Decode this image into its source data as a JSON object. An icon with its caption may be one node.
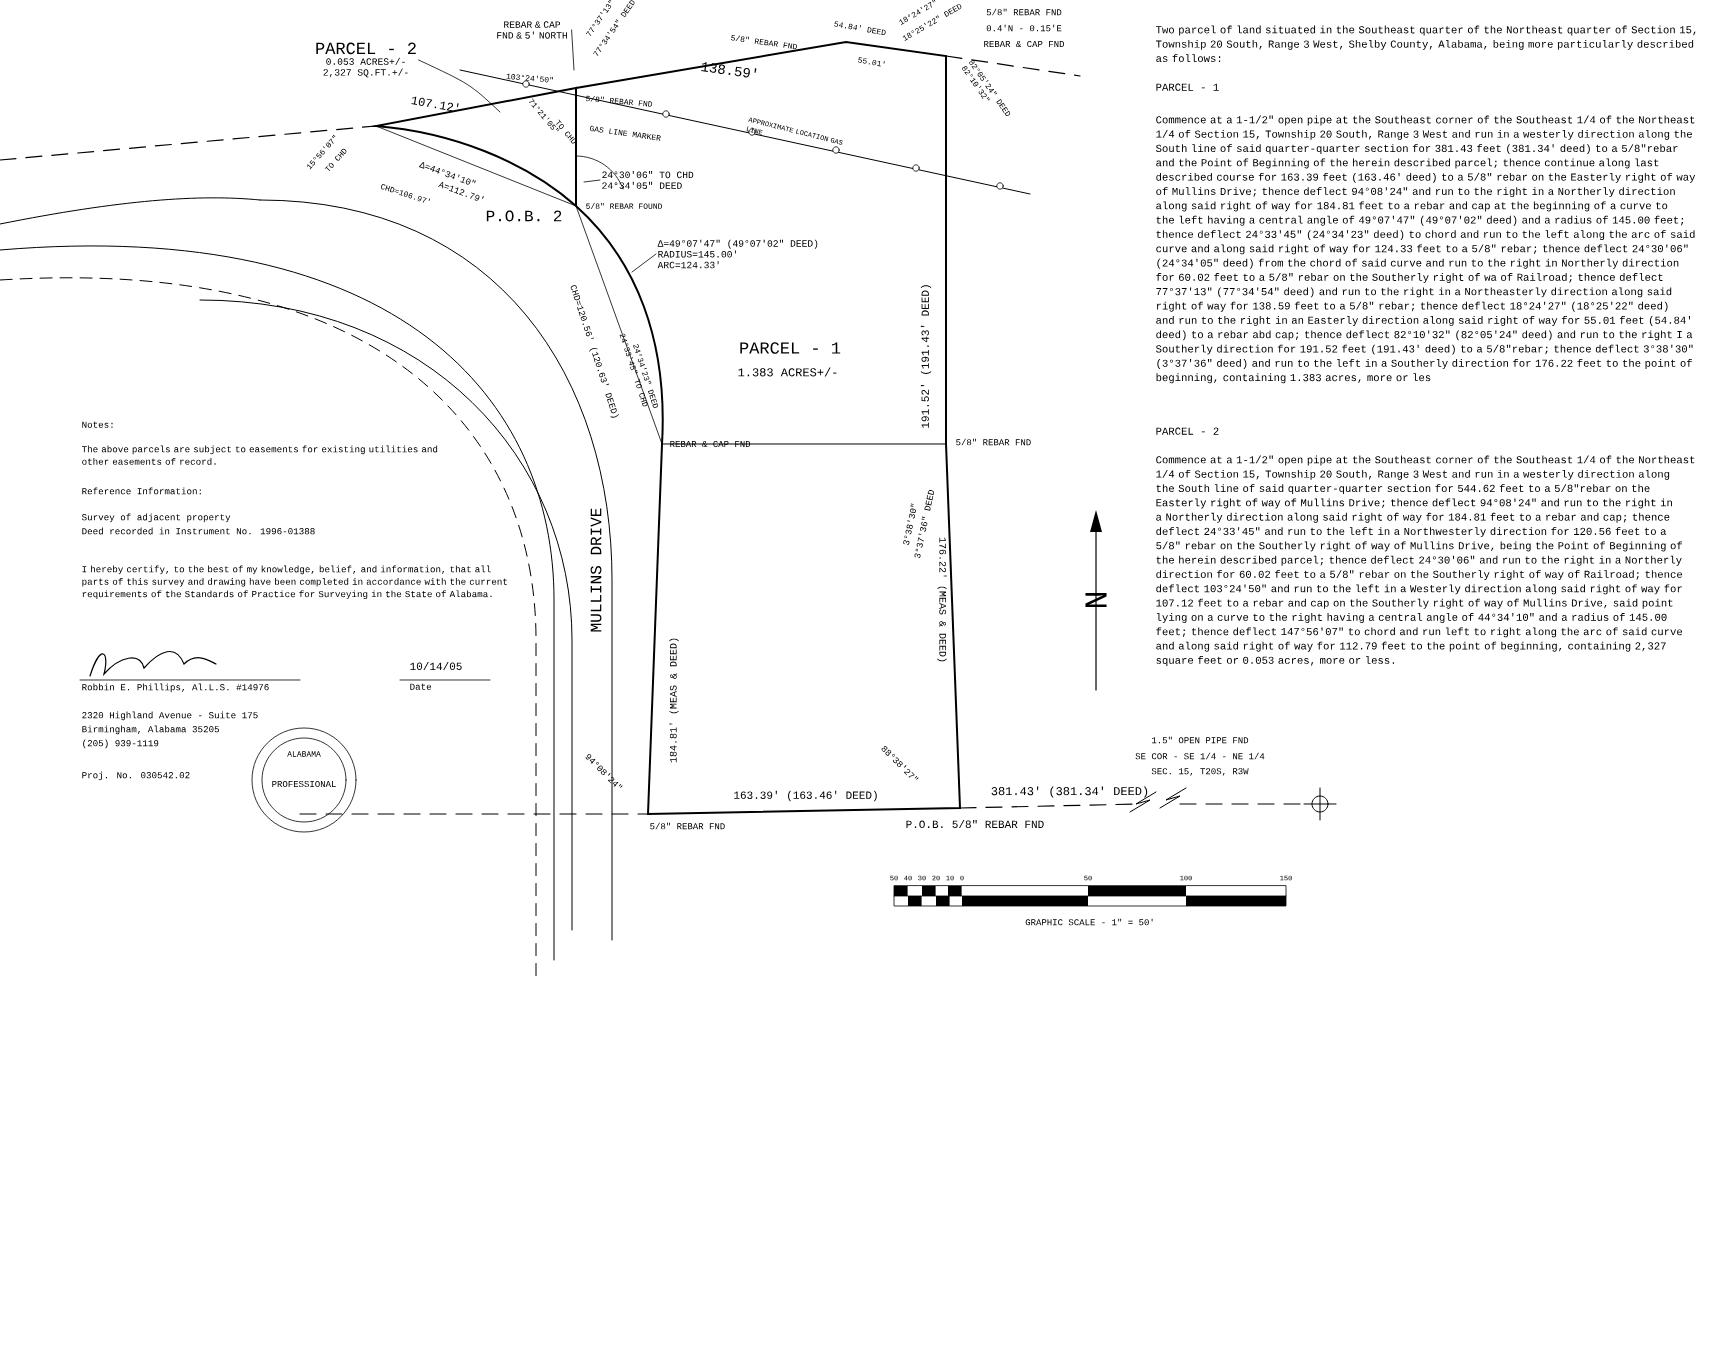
{
  "diagram": {
    "nodes": [
      {
        "text": [
          "PARCEL - 2",
          "0.053 ACRES+/-",
          "2,327 SQ.FT.+/-"
        ]
      },
      {
        "text": [
          "Δ=49°07'47\" (49°07'02\" DEED)",
          "RADIUS=145.00'",
          "ARC=124.33'"
        ]
      },
      {
        "text": [
          "24°30'06\" TO CHD",
          "24°34'05\" DEED"
        ]
      },
      {
        "text": [
          "REBAR & CAP FND & 5' NORTH"
        ]
      }
    ],
    "edges": [
      {
        "from": 0,
        "to": null,
        "arrow": "none"
      },
      {
        "from": 1,
        "to": null,
        "arrow": "none"
      },
      {
        "from": 2,
        "to": null,
        "arrow": "none"
      },
      {
        "from": 3,
        "to": null,
        "arrow": "none"
      }
    ],
    "labels": [
      "103°24'50\"",
      "77°37'13\"",
      "77°34'54\" DEED",
      "5/8\" REBAR FND",
      "138.59'",
      "5/8\" REBAR FND",
      "54.84' DEED",
      "55.01'",
      "18°24'27\"",
      "18°25'22\" DEED",
      "5/8\" REBAR FND",
      "0.4'N - 0.15'E",
      "REBAR & CAP FND",
      "82°10'32\"",
      "82°05'24\" DEED",
      "107.12'",
      "71°21'05\"",
      "TO CHD",
      "GAS LINE MARKER",
      "APPROXIMATE LOCATION GAS LINE",
      "15°56'07\"",
      "TO CHD",
      "Δ=44°34'10\"",
      "CHD=106.97'",
      "A=112.79'",
      "P.O.B. 2",
      "5/8\" REBAR FOUND",
      "CHD=120.56' (120.63' DEED)",
      "24°33'45\" TO CHD",
      "24°34'23\" DEED",
      "PARCEL - 1",
      "1.383 ACRES+/-",
      "191.52' (191.43' DEED)",
      "REBAR & CAP FND",
      "5/8\" REBAR FND",
      "MULLINS DRIVE",
      "184.81' (MEAS & DEED)",
      "3°38'30\"",
      "3°37'36\" DEED",
      "176.22' (MEAS & DEED)",
      "94°08'24\"",
      "88°38'27\"",
      "163.39' (163.46' DEED)",
      "5/8\" REBAR FND",
      "P.O.B. 5/8\" REBAR FND",
      "381.43' (381.34' DEED)",
      "1.5\" OPEN PIPE FND",
      "SE COR - SE 1/4 - NE 1/4",
      "SEC. 15, T20S, R3W",
      "50",
      "40",
      "30",
      "20",
      "10",
      "0",
      "50",
      "100",
      "150",
      "GRAPHIC SCALE - 1\" = 50'",
      "N",
      "Two parcel of land situated in the Southeast quarter of the Northeast quarter of Section 15, Township 20 South, Range 3 West, Shelby County, Alabama, being more particularly described as follows:",
      "PARCEL - 1",
      "Commence at a 1-1/2\" open pipe at the Southeast corner of the Southeast 1/4 of the Northeast 1/4 of Section 15, Township 20 South, Range 3 West and run in a westerly direction along the South line of said quarter-quarter section for 381.43 feet (381.34' deed) to a 5/8\"rebar and the Point of Beginning of the herein described parcel; thence continue along last described course for 163.39 feet (163.46' deed) to a 5/8\" rebar on the Easterly right of way of Mullins Drive; thence deflect 94°08'24\" and run to the right in a Northerly direction along said right of way for 184.81 feet to a rebar and cap at the beginning of a curve to the left having a central angle of 49°07'47\" (49°07'02\" deed) and a radius of 145.00 feet; thence deflect 24°33'45\" (24°34'23\" deed) to chord and run to the left along the arc of said curve and along said right of way for 124.33 feet to a 5/8\" rebar; thence deflect 24°30'06\" (24°34'05\" deed) from the chord of said curve and run to the right in Northerly direction for 60.02 feet to a 5/8\" rebar on the Southerly right of wa of Railroad; thence deflect 77°37'13\" (77°34'54\" deed) and run to the right in a Northeasterly direction along said right of way for 138.59 feet to a 5/8\" rebar; thence deflect 18°24'27\" (18°25'22\" deed) and run to the right in an Easterly direction along said right of way for 55.01 feet (54.84' deed) to a rebar abd cap; thence deflect 82°10'32\" (82°05'24\" deed) and run to the right I a Southerly direction for 191.52 feet (191.43' deed) to a 5/8\"rebar; thence deflect 3°38'30\" (3°37'36\" deed) and run to the left in a Southerly direction for 176.22 feet to the point of beginning, containing 1.383 acres, more or les",
      "PARCEL - 2",
      "Commence at a 1-1/2\" open pipe at the Southeast corner of the Southeast 1/4 of the Northeast 1/4 of Section 15, Township 20 South, Range 3 West and run in a westerly direction along the South line of said quarter-quarter section for 544.62 feet to a 5/8\"rebar on the Easterly right of way of Mullins Drive; thence deflect 94°08'24\" and run to the right in a Northerly direction along said right of way for 184.81 feet to a rebar and cap; thence deflect 24°33'45\" and run to the left in a Northwesterly direction for 120.56 feet to a 5/8\" rebar on the Southerly right of way of Mullins Drive, being the Point of Beginning of the herein described parcel; thence deflect 24°30'06\" and run to the right in a Northerly direction for 60.02 feet to a 5/8\" rebar on the Southerly right of way of Railroad; thence deflect 103°24'50\" and run to the left in a Westerly direction along said right of way for 107.12 feet to a rebar and cap on the Southerly right of way of Mullins Drive, said point lying on a curve to the right having a central angle of 44°34'10\" and a radius of 145.00 feet; thence deflect 147°56'07\" to chord and run left to right along the arc of said curve and along said right of way for 112.79 feet to the point of beginning, containing 2,327 square feet or 0.053 acres, more or less.",
      "Notes:",
      "The above parcels are subject to easements for existing utilities and other easements of record.",
      "Reference Information:",
      "Survey of adjacent property",
      "Deed recorded in Instrument No. 1996-01388",
      "I hereby certify, to the best of my knowledge, belief, and information, that all parts of this survey and drawing have been completed in accordance with the current requirements of the Standards of Practice for Surveying in the State of Alabama.",
      "10/14/05",
      "Robbin E. Phillips, Al.L.S. #14976",
      "Date",
      "2320 Highland Avenue - Suite 175",
      "Birmingham, Alabama 35205",
      "(205) 939-1119",
      "Proj. No. 030542.02",
      "ALABAMA",
      "PROFESSIONAL"
    ]
  }
}
